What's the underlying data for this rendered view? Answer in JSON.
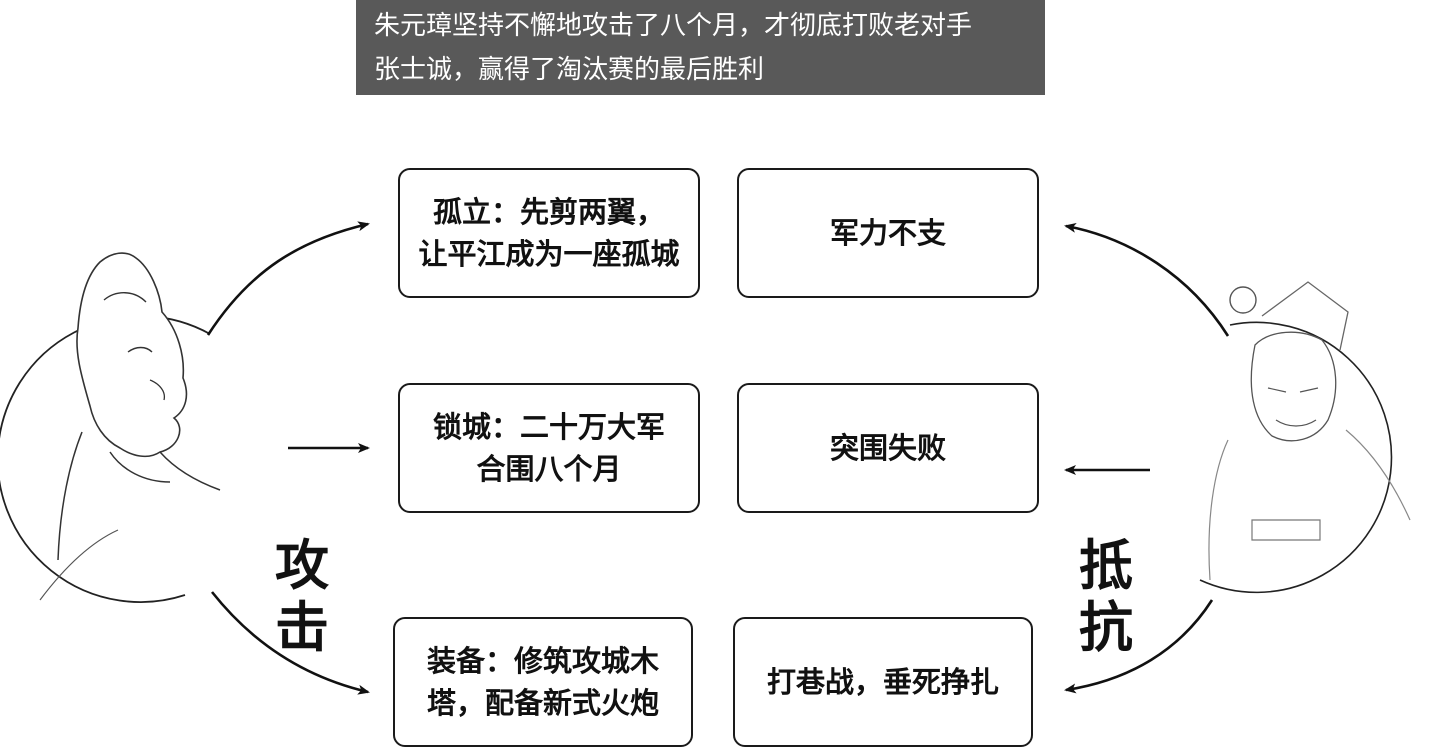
{
  "caption": {
    "line1": "朱元璋坚持不懈地攻击了八个月，才彻底打败老对手",
    "line2": "张士诚，赢得了淘汰赛的最后胜利"
  },
  "attack_boxes": [
    {
      "line1": "孤立：先剪两翼，",
      "line2": "让平江成为一座孤城"
    },
    {
      "line1": "锁城：二十万大军",
      "line2": "合围八个月"
    },
    {
      "line1": "装备：修筑攻城木",
      "line2": "塔，配备新式火炮"
    }
  ],
  "defense_boxes": [
    {
      "line1": "军力不支"
    },
    {
      "line1": "突围失败"
    },
    {
      "line1": "打巷战，垂死挣扎"
    }
  ],
  "labels": {
    "attack_char1": "攻",
    "attack_char2": "击",
    "defense_char1": "抵",
    "defense_char2": "抗"
  }
}
